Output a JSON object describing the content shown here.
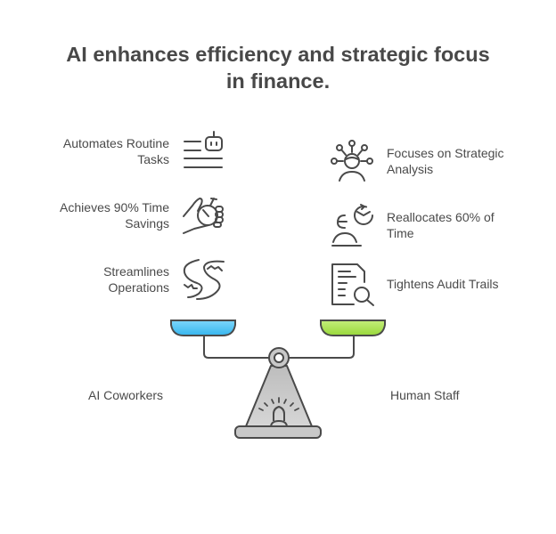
{
  "title": {
    "line1": "AI enhances efficiency and strategic focus",
    "line2": "in finance."
  },
  "left_side": {
    "label": "AI Coworkers",
    "pan_color": "#4fc3f7",
    "items": [
      {
        "line1": "Automates Routine",
        "line2": "Tasks",
        "icon": "robot-checklist-icon"
      },
      {
        "line1": "Achieves 90% Time",
        "line2": "Savings",
        "icon": "hand-stopwatch-icon"
      },
      {
        "line1": "Streamlines",
        "line2": "Operations",
        "icon": "winding-road-icon"
      }
    ]
  },
  "right_side": {
    "label": "Human Staff",
    "pan_color": "#a5e04a",
    "items": [
      {
        "line1": "Focuses on Strategic",
        "line2": "Analysis",
        "icon": "person-network-icon"
      },
      {
        "line1": "Reallocates 60% of",
        "line2": "Time",
        "icon": "person-cycle-icon"
      },
      {
        "line1": "Tightens Audit Trails",
        "line2": "",
        "icon": "document-search-icon"
      }
    ]
  },
  "colors": {
    "text": "#484848",
    "stroke": "#4a4a4a",
    "scale_body": "#c8c8c8"
  }
}
